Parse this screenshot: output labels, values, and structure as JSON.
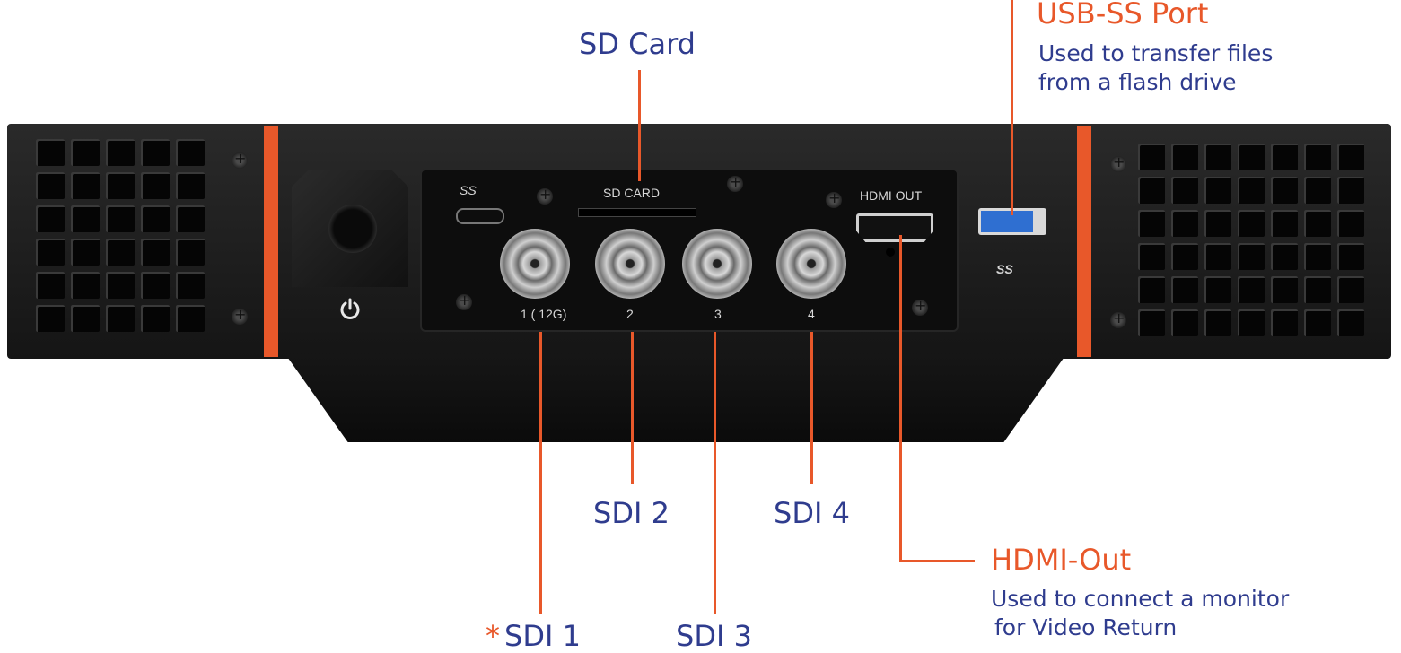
{
  "labels": {
    "sd_card": "SD Card",
    "usb_port": "USB-SS Port",
    "usb_desc_1": "Used to transfer files",
    "usb_desc_2": "from a flash drive",
    "hdmi_out": "HDMI-Out",
    "hdmi_desc_1": "Used to connect a monitor",
    "hdmi_desc_2": "for Video Return",
    "sdi1_star": "*",
    "sdi1": "SDI 1",
    "sdi2": "SDI 2",
    "sdi3": "SDI 3",
    "sdi4": "SDI 4"
  },
  "device_print": {
    "sd_card": "SD CARD",
    "hdmi_out": "HDMI OUT",
    "port1": "1 ( 12G)",
    "port2": "2",
    "port3": "3",
    "port4": "4",
    "ss_logo_top": "SS",
    "ss_logo_right": "SS"
  },
  "icons": {
    "power": "power-icon",
    "usb": "usb-superspeed-icon"
  },
  "colors": {
    "label_blue": "#2f3c8e",
    "label_orange": "#e8582a",
    "callout_line": "#e8582a",
    "device_body": "#1c1c1c",
    "usb_blue": "#2f6fd1"
  }
}
